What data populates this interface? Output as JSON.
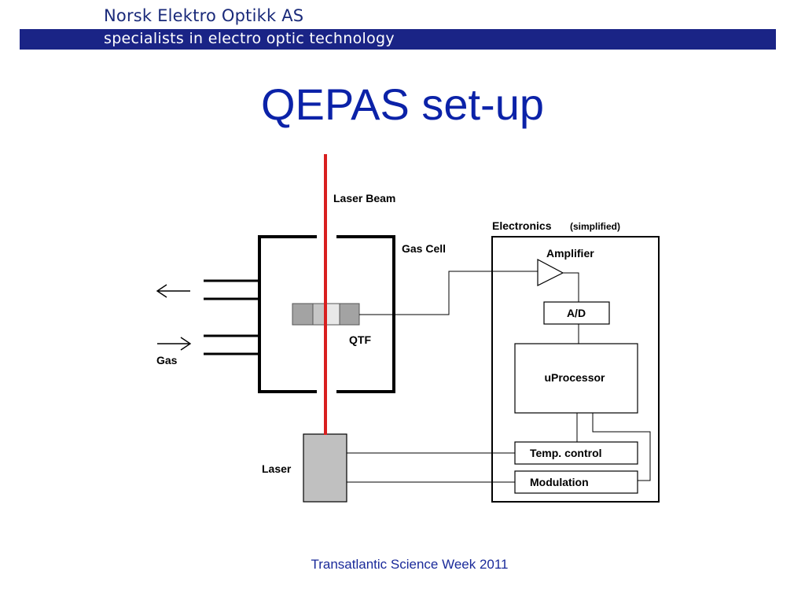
{
  "header": {
    "company": "Norsk Elektro Optikk AS",
    "tagline": "specialists in electro optic technology",
    "colors": {
      "bar": "#1a2486",
      "company_text": "#1a2a7a"
    }
  },
  "slide": {
    "title": "QEPAS set-up",
    "title_color": "#0b22a8",
    "footer": "Transatlantic Science Week 2011"
  },
  "diagram": {
    "laser_beam_label": "Laser Beam",
    "laser_beam_color": "#d81f1f",
    "gas_cell_label": "Gas Cell",
    "qtf_label": "QTF",
    "gas_label": "Gas",
    "laser_label": "Laser",
    "electronics_label": "Electronics",
    "electronics_note": "(simplified)",
    "amplifier_label": "Amplifier",
    "ad_label": "A/D",
    "uprocessor_label": "uProcessor",
    "temp_control_label": "Temp. control",
    "modulation_label": "Modulation"
  }
}
